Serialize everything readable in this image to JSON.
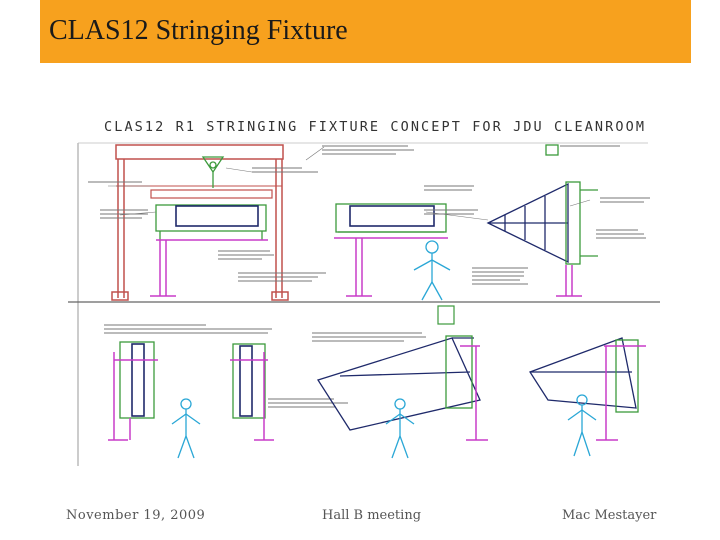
{
  "slide": {
    "title": "CLAS12 Stringing Fixture",
    "drawing_title": "CLAS12 R1 STRINGING FIXTURE CONCEPT FOR JDU CLEANROOM",
    "colors": {
      "title_bar": "#f7a11e",
      "frame_red": "#c0504d",
      "structure_green": "#3c9a3c",
      "stand_magenta": "#c83cc8",
      "figure_cyan": "#2aa7d6",
      "detector_navy": "#1f2a6b"
    }
  },
  "footer": {
    "date": "November 19, 2009",
    "meeting": "Hall B meeting",
    "author": "Mac Mestayer"
  }
}
